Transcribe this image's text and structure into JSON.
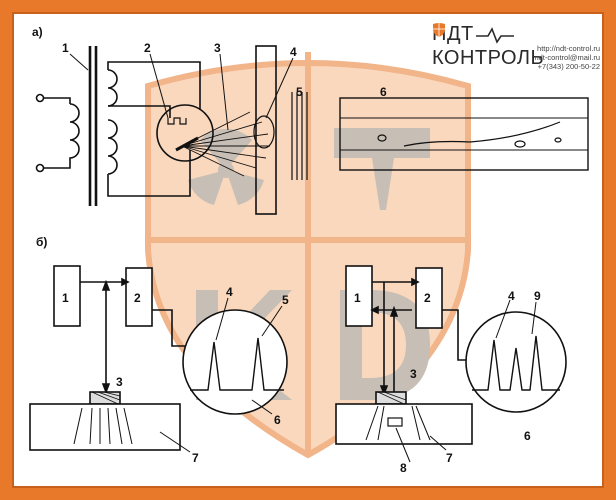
{
  "brand": {
    "name_line1": "НДТ",
    "name_line2": "КОНТРОЛЬ",
    "website": "http://ndt-control.ru",
    "email": "ndt-control@mail.ru",
    "phone": "+7(343) 200-50-22",
    "icon": "shield-logo-icon",
    "accent_color": "#e8782a"
  },
  "diagram": {
    "section_a_label": "а)",
    "section_b_label": "б)",
    "labels_a": [
      "1",
      "2",
      "3",
      "4",
      "5",
      "6"
    ],
    "labels_b_left": [
      "1",
      "2",
      "3",
      "4",
      "5",
      "6",
      "7"
    ],
    "labels_b_right": [
      "1",
      "2",
      "3",
      "4",
      "9",
      "6",
      "8",
      "7"
    ],
    "watermark": "shield-watermark"
  }
}
